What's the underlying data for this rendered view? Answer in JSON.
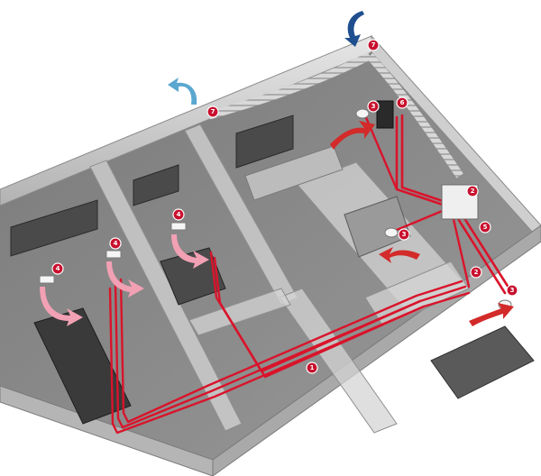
{
  "colors": {
    "pipe": "#d9142b",
    "marker": "#c8102e",
    "supply_air_arrow": "#f2a0b4",
    "extract_air_arrow": "#d32a2a",
    "fresh_air_arrow": "#1f4f8f",
    "exhaust_air_arrow": "#5aa7d0",
    "walls": "#bfbfbf",
    "floor": "#8c8c8c"
  },
  "markers": [
    {
      "id": "m1",
      "label": "1"
    },
    {
      "id": "m2",
      "label": "2"
    },
    {
      "id": "m2b",
      "label": "2"
    },
    {
      "id": "m3a",
      "label": "3"
    },
    {
      "id": "m3b",
      "label": "3"
    },
    {
      "id": "m3c",
      "label": "3"
    },
    {
      "id": "m4a",
      "label": "4"
    },
    {
      "id": "m4b",
      "label": "4"
    },
    {
      "id": "m4c",
      "label": "4"
    },
    {
      "id": "m5",
      "label": "5"
    },
    {
      "id": "m6",
      "label": "6"
    },
    {
      "id": "m7a",
      "label": "7"
    },
    {
      "id": "m7b",
      "label": "7"
    }
  ],
  "icons": {
    "fresh_air": "curved-arrow-down-icon",
    "exhaust_air": "curved-arrow-up-left-icon",
    "supply_vent": "supply-air-arrow-icon",
    "extract_vent": "extract-air-arrow-icon"
  }
}
